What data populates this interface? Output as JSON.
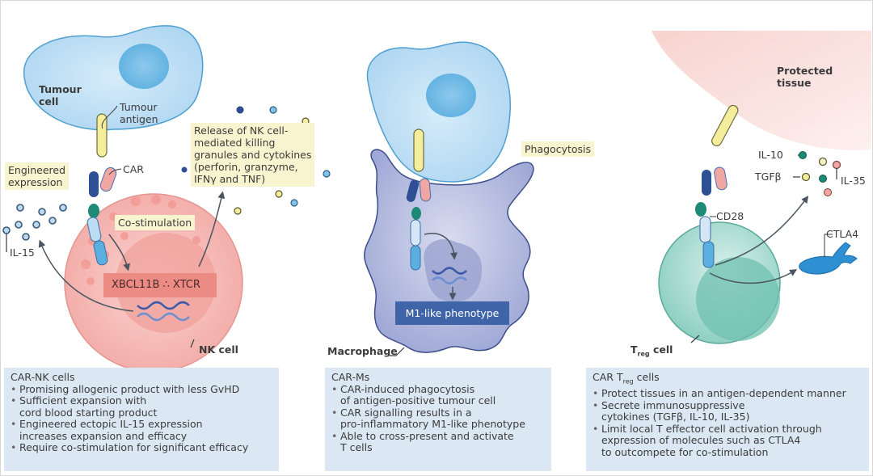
{
  "figure": {
    "panels": [
      {
        "id": "car-nk",
        "diagram_labels": {
          "tumour_cell": "Tumour\ncell",
          "tumour_antigen": "Tumour\nantigen",
          "car": "CAR",
          "engineered_expression": "Engineered\nexpression",
          "il15": "IL-15",
          "costimulation": "Co-stimulation",
          "gene_box": "XBCL11B ∴ XTCR",
          "release": "Release of NK cell-\nmediated killing\ngranules and cytokines\n(perforin, granzyme,\nIFNγ and TNF)",
          "cell_name": "NK cell"
        },
        "summary": {
          "title": "CAR-NK cells",
          "bullets": [
            "Promising allogenic product with less GvHD",
            "Sufficient expansion with\ncord blood starting product",
            "Engineered ectopic IL-15 expression\nincreases expansion and efficacy",
            "Require co-stimulation for significant efficacy"
          ]
        }
      },
      {
        "id": "car-m",
        "diagram_labels": {
          "phagocytosis": "Phagocytosis",
          "phenotype": "M1-like phenotype",
          "cell_name": "Macrophage"
        },
        "summary": {
          "title": "CAR-Ms",
          "bullets": [
            "CAR-induced phagocytosis\nof antigen-positive tumour cell",
            "CAR signalling results in a\npro-inflammatory M1-like phenotype",
            "Able to cross-present and activate\nT cells"
          ]
        }
      },
      {
        "id": "car-treg",
        "diagram_labels": {
          "protected_tissue": "Protected\ntissue",
          "il10": "IL-10",
          "tgfb": "TGFβ",
          "il35": "IL-35",
          "cd28": "CD28",
          "ctla4": "CTLA4",
          "cell_name_main": "T",
          "cell_name_sub": "reg",
          "cell_name_suffix": " cell"
        },
        "summary": {
          "title_main": "CAR T",
          "title_sub": "reg",
          "title_suffix": " cells",
          "bullets": [
            "Protect tissues in an antigen-dependent manner",
            "Secrete immunosuppressive\ncytokines (TGFβ, IL-10, IL-35)",
            "Limit local T effector cell activation through\nexpression of molecules such as CTLA4\nto outcompete for co-stimulation"
          ]
        }
      }
    ],
    "colors": {
      "tumour_cell": "#bfe0f5",
      "nk_cell": "#f4b8b4",
      "macrophage": "#b8bfe0",
      "treg_cell": "#a9ddd3",
      "protected_tissue": "#fbe4e1",
      "label_box": "#f8f4cf",
      "summary_panel": "#dbe8f4",
      "phenotype_box": "#3f65a8"
    }
  }
}
